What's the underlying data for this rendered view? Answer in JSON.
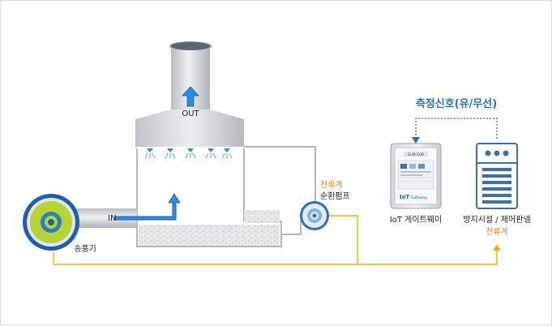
{
  "labels": {
    "out": "OUT",
    "in": "IN",
    "blower": "송풍기",
    "flowmeter_pump": "전류계",
    "circulation_pump": "순환펌프",
    "signal_title": "측정신호(유/무선)",
    "gateway": "IoT 게이트웨이",
    "panel": "방지시설 / 제어판넬",
    "flowmeter_panel": "전류계",
    "device_brand": "IoT",
    "device_brand_sub": "Gateway",
    "device_model": "ELM-100"
  },
  "colors": {
    "accent_orange": "#f08a1e",
    "accent_blue": "#2a6fc1",
    "pipe_gray": "#c8ccd0",
    "pump_green": "#b6d334",
    "signal_yellow": "#f5b400",
    "panel_blue": "#3d6fb5"
  }
}
